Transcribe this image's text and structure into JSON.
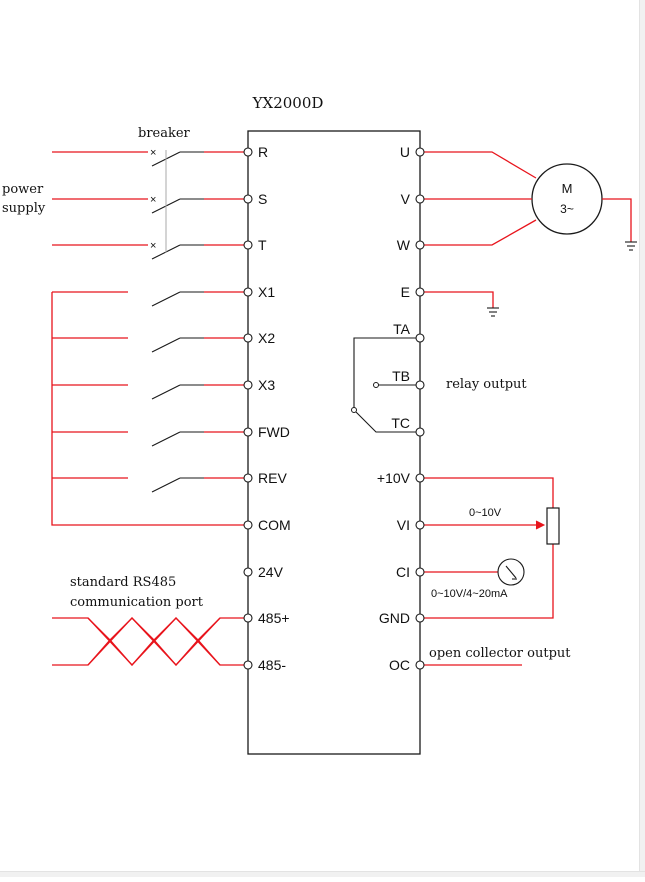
{
  "diagram": {
    "title": "YX2000D",
    "labels": {
      "breaker": "breaker",
      "power_line1": "power",
      "power_line2": "supply",
      "rs485_line1": "standard RS485",
      "rs485_line2": "communication port",
      "relay_output": "relay output",
      "open_collector_output": "open collector output",
      "voltage_range": "0~10V",
      "meter_range": "0~10V/4~20mA",
      "motor_m": "M",
      "motor_phase": "3~"
    },
    "left_terminals": [
      "R",
      "S",
      "T",
      "X1",
      "X2",
      "X3",
      "FWD",
      "REV",
      "COM",
      "24V",
      "485+",
      "485-"
    ],
    "right_terminals": [
      "U",
      "V",
      "W",
      "E",
      "TA",
      "TB",
      "TC",
      "+10V",
      "VI",
      "CI",
      "GND",
      "OC"
    ],
    "colors": {
      "wire": "#e8141c",
      "line": "#1a1a1a"
    }
  }
}
